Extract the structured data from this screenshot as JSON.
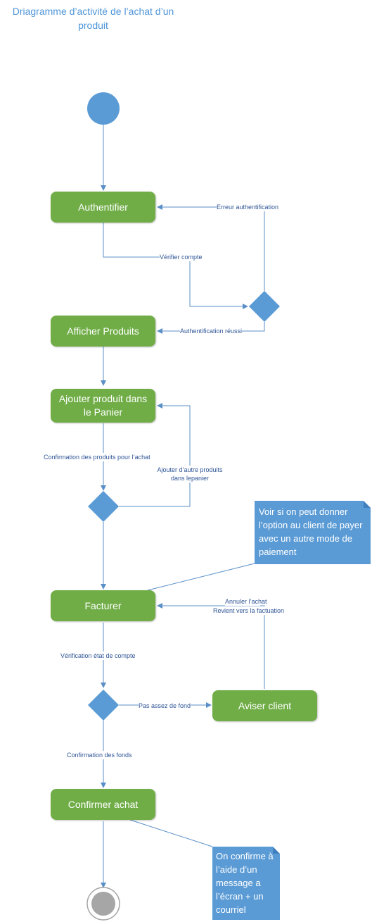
{
  "title": "Driagramme d’activité de l’achat d’un produit",
  "colors": {
    "action": "#70ad47",
    "node": "#5b9bd5",
    "edge": "#5b8fc7",
    "label": "#2f5597",
    "final": "#a6a6a6"
  },
  "actions": {
    "authentifier": "Authentifier",
    "afficher_produits": "Afficher Produits",
    "ajouter_produit": "Ajouter produit dans le Panier",
    "facturer": "Facturer",
    "aviser_client": "Aviser client",
    "confirmer_achat": "Confirmer achat"
  },
  "edge_labels": {
    "erreur_auth": "Erreur authentification",
    "verifier_compte": "Vérifier compte",
    "auth_reussi": "Authentification réussi",
    "confirmation_produits": "Confirmation des produits pour l’achat",
    "ajouter_autre": "Ajouter d’autre produits dans lepanier",
    "annuler_achat": "Annuler l’achat",
    "revient_facturation": "Revient vers la factuation",
    "verification_etat": "Vérification état de compte",
    "pas_assez_fond": "Pas assez de fond",
    "confirmation_fonds": "Confirmation des fonds"
  },
  "notes": {
    "paiement": "Voir si on peut donner l’option au client de payer avec un autre mode de paiement",
    "confirmation": "On confirme à l’aide d’un message a l’écran + un courriel"
  }
}
